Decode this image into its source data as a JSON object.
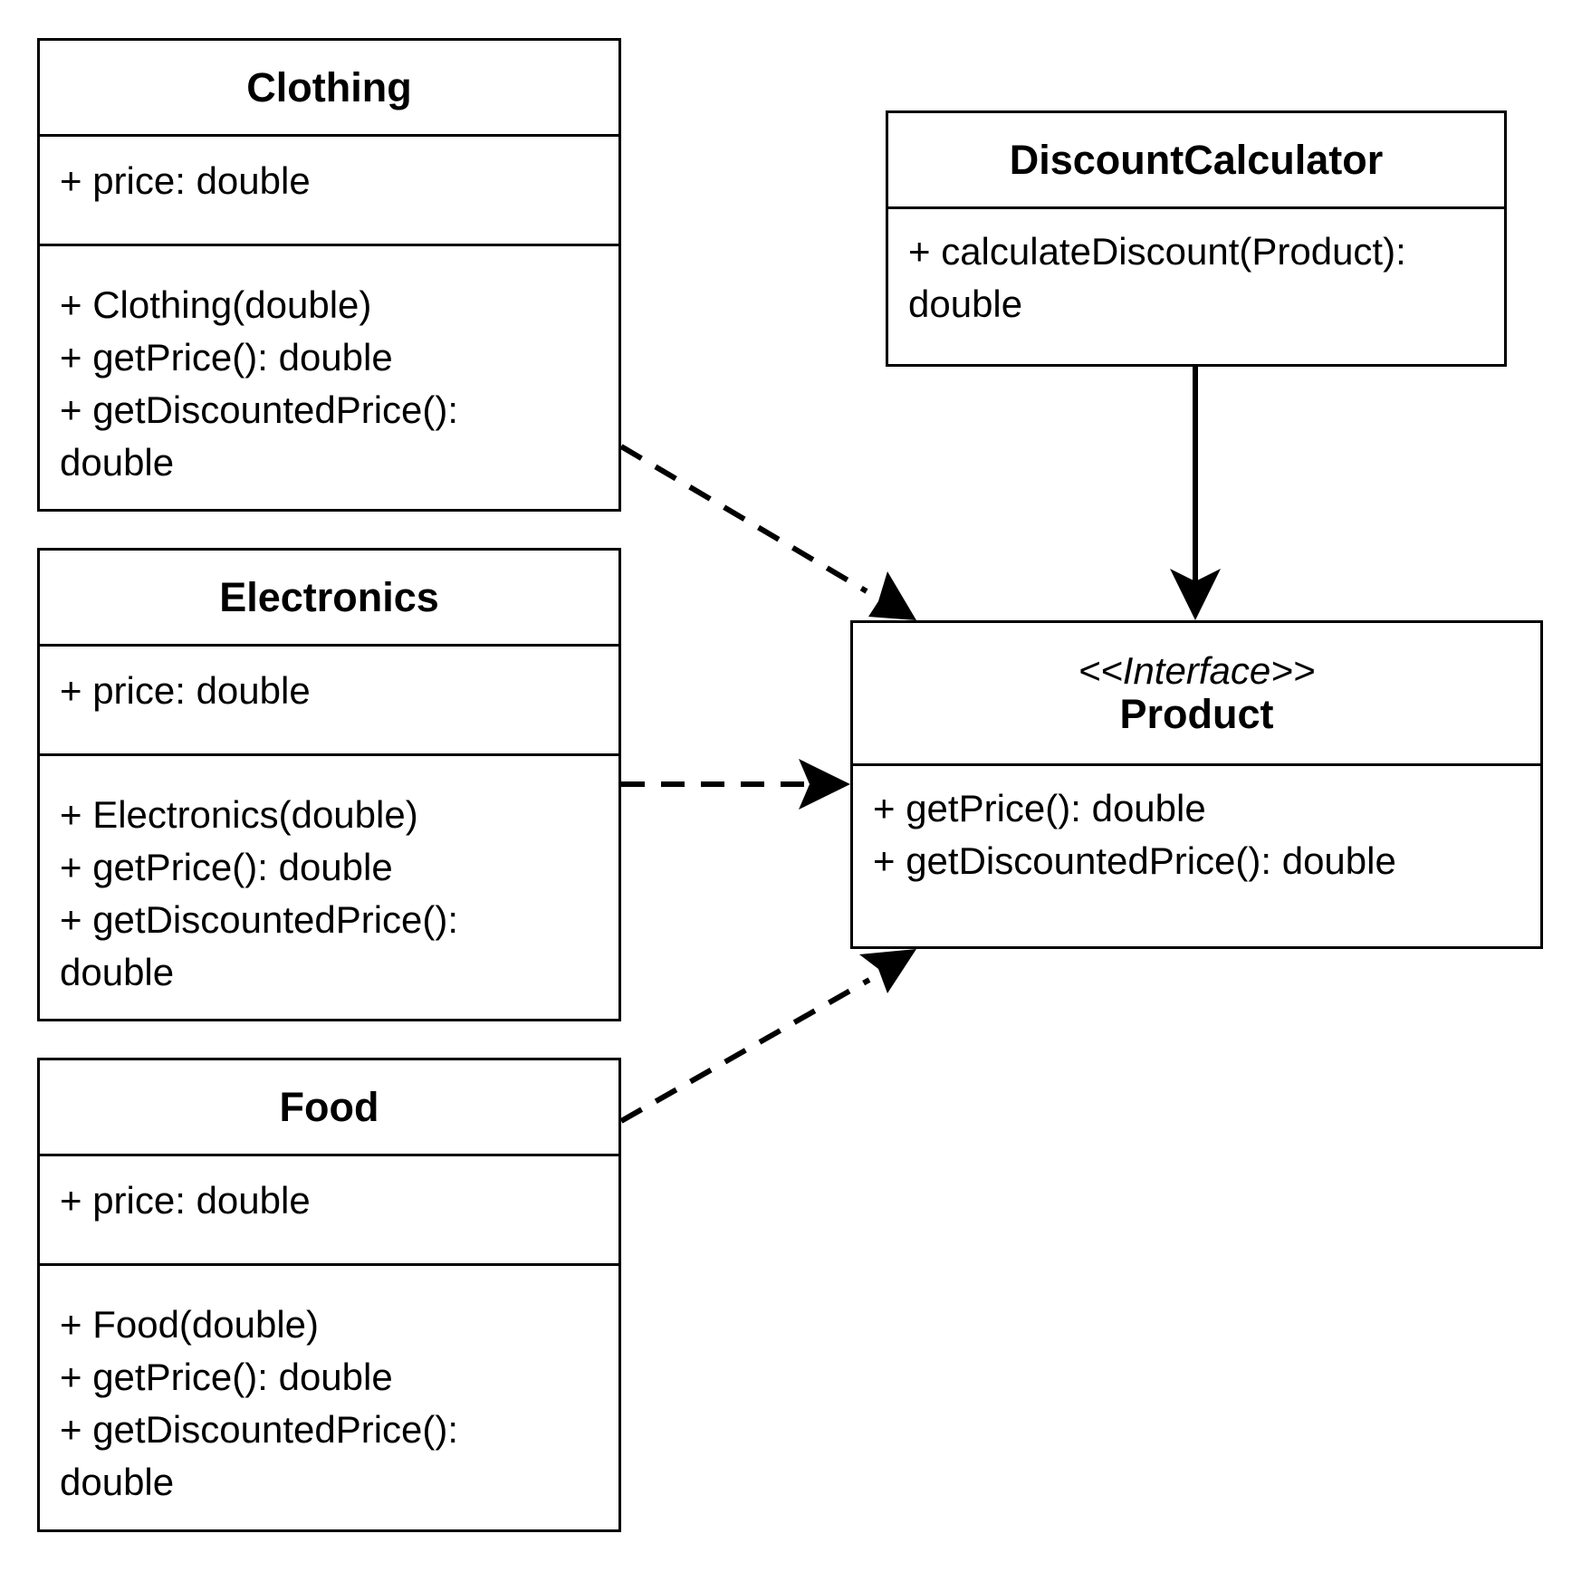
{
  "classes": {
    "clothing": {
      "name": "Clothing",
      "attributes": [
        "+ price: double"
      ],
      "methods": [
        "+ Clothing(double)",
        "+ getPrice(): double",
        "+ getDiscountedPrice():",
        "double"
      ]
    },
    "electronics": {
      "name": "Electronics",
      "attributes": [
        "+ price: double"
      ],
      "methods": [
        "+ Electronics(double)",
        "+ getPrice(): double",
        "+ getDiscountedPrice():",
        "double"
      ]
    },
    "food": {
      "name": "Food",
      "attributes": [
        "+ price: double"
      ],
      "methods": [
        "+ Food(double)",
        "+ getPrice(): double",
        "+ getDiscountedPrice():",
        "double"
      ]
    },
    "discount_calculator": {
      "name": "DiscountCalculator",
      "methods": [
        "+ calculateDiscount(Product):",
        "double"
      ]
    },
    "product": {
      "stereotype": "<<Interface>>",
      "name": "Product",
      "methods": [
        "+ getPrice(): double",
        "+ getDiscountedPrice(): double"
      ]
    }
  },
  "relations": [
    {
      "from": "Clothing",
      "to": "Product",
      "kind": "realization",
      "style": "dashed"
    },
    {
      "from": "Electronics",
      "to": "Product",
      "kind": "realization",
      "style": "dashed"
    },
    {
      "from": "Food",
      "to": "Product",
      "kind": "realization",
      "style": "dashed"
    },
    {
      "from": "DiscountCalculator",
      "to": "Product",
      "kind": "dependency",
      "style": "solid"
    }
  ],
  "colors": {
    "line": "#000000",
    "background": "#ffffff"
  }
}
